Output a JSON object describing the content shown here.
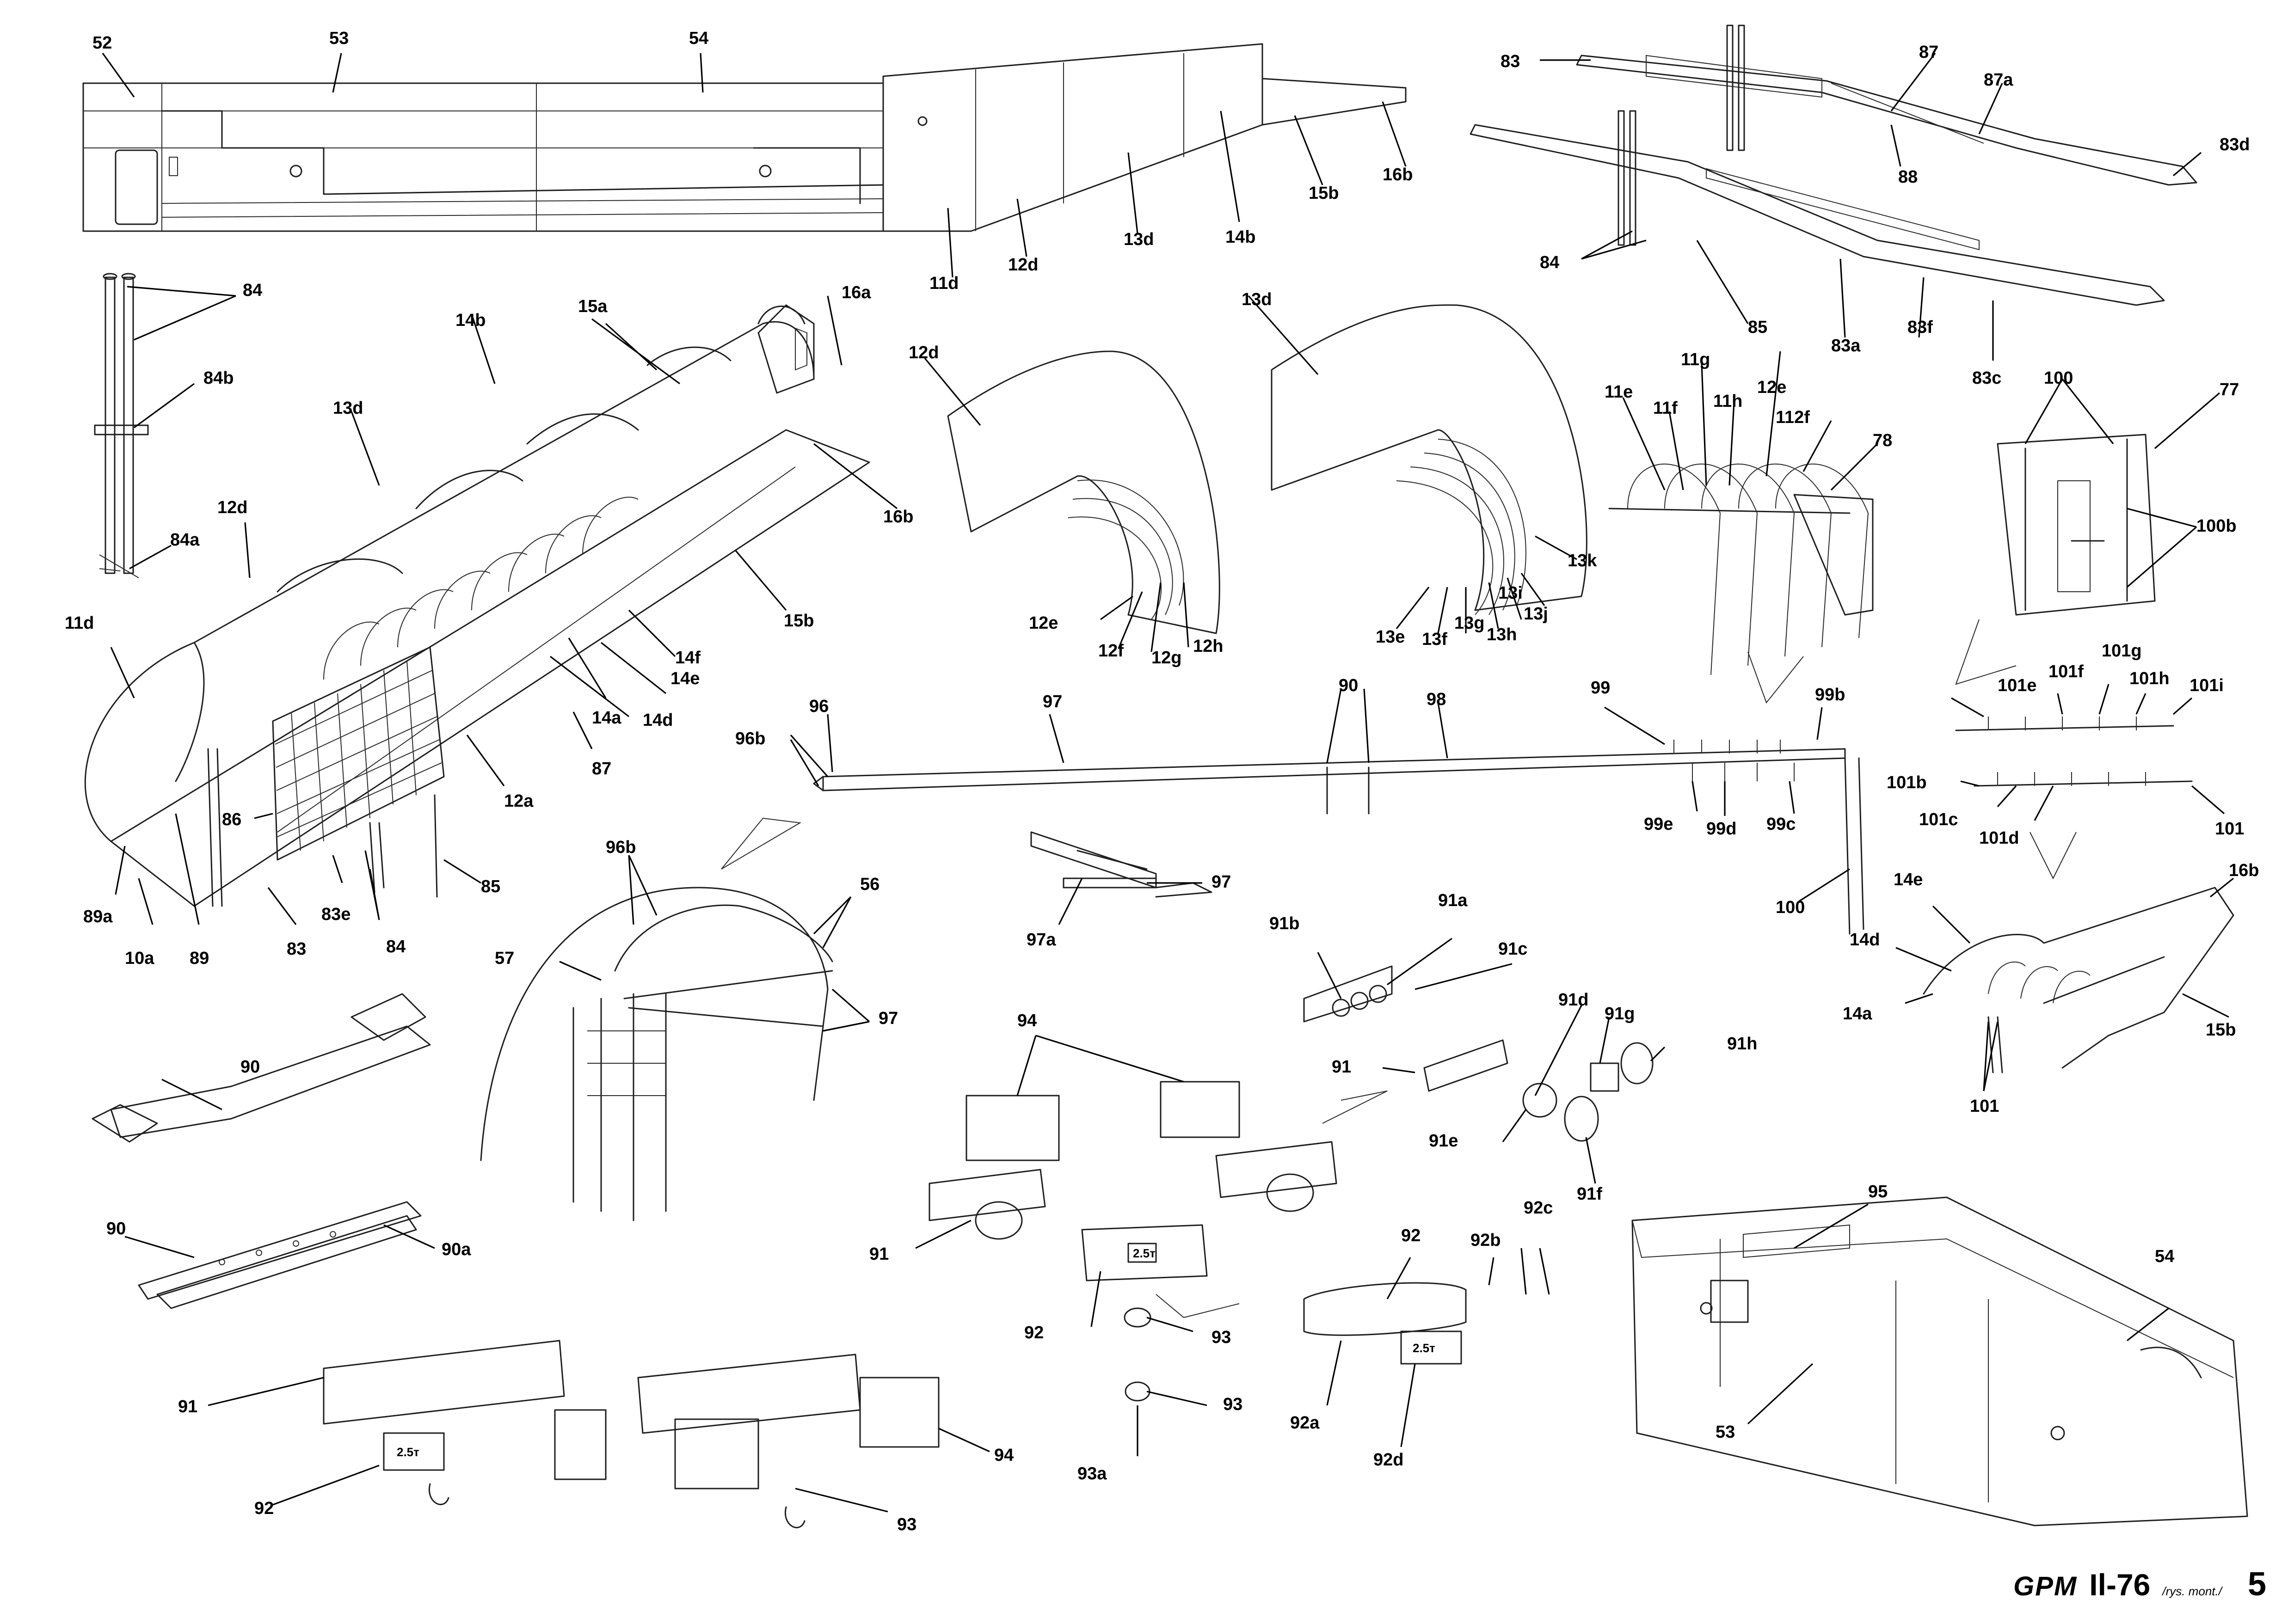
{
  "sheet": {
    "brand": "GPM",
    "model": "Il-76",
    "subtitle": "/rys. mont./",
    "page_number": "5"
  },
  "labels": {
    "l52": "52",
    "l53": "53",
    "l54": "54",
    "l53b": "53",
    "l54b": "54",
    "l11d": "11d",
    "l12d": "12d",
    "l13d": "13d",
    "l14b": "14b",
    "l15b": "15b",
    "l16b": "16b",
    "l11d2": "11d",
    "l12d2": "12d",
    "l13d2": "13d",
    "l14b2": "14b",
    "l15a": "15a",
    "l16a": "16a",
    "l15b2": "15b",
    "l16b2": "16b",
    "l14f": "14f",
    "l14e": "14e",
    "l14d": "14d",
    "l14a": "14a",
    "l87": "87",
    "l12a": "12a",
    "l86": "86",
    "l89a": "89a",
    "l10a": "10a",
    "l89": "89",
    "l83": "83",
    "l83e": "83e",
    "l84s": "84",
    "l85": "85",
    "l84top": "84",
    "l84b": "84b",
    "l84a": "84a",
    "l12dB": "12d",
    "l12e": "12e",
    "l12f": "12f",
    "l12g": "12g",
    "l12h": "12h",
    "l13dB": "13d",
    "l13e": "13e",
    "l13f": "13f",
    "l13g": "13g",
    "l13h": "13h",
    "l13i": "13i",
    "l13j": "13j",
    "l13k": "13k",
    "l83a": "83",
    "l87b": "87",
    "l87a": "87a",
    "l83d": "83d",
    "l88": "88",
    "l84r": "84",
    "l85r": "85",
    "l83ar": "83a",
    "l83f": "83f",
    "l83c": "83c",
    "l11e": "11e",
    "l11f": "11f",
    "l11g": "11g",
    "l11h": "11h",
    "l12eR": "12e",
    "l112f": "112f",
    "l78": "78",
    "l100": "100",
    "l77": "77",
    "l100b": "100b",
    "l96": "96",
    "l96b": "96b",
    "l97": "97",
    "l90": "90",
    "l98": "98",
    "l99": "99",
    "l99b": "99b",
    "l99e": "99e",
    "l99d": "99d",
    "l99c": "99c",
    "l100B": "100",
    "l101e": "101e",
    "l101f": "101f",
    "l101g": "101g",
    "l101h": "101h",
    "l101i": "101i",
    "l101b": "101b",
    "l101c": "101c",
    "l101d": "101d",
    "l101": "101",
    "l14eR": "14e",
    "l16bR": "16b",
    "l14dR": "14d",
    "l14aR": "14a",
    "l15bR": "15b",
    "l101R": "101",
    "l97b": "97",
    "l97a": "97a",
    "l96bL": "96b",
    "l56": "56",
    "l57": "57",
    "l97L": "97",
    "l91b": "91b",
    "l91a": "91a",
    "l91c": "91c",
    "l91": "91",
    "l91d": "91d",
    "l91g": "91g",
    "l91h": "91h",
    "l91e": "91e",
    "l91f": "91f",
    "l94": "94",
    "l91L": "91",
    "l92": "92",
    "l93": "93",
    "l93b": "93",
    "l93a": "93a",
    "l92b": "92b",
    "l92c": "92c",
    "l92r": "92",
    "l92a": "92a",
    "l92d": "92d",
    "l95": "95",
    "l90L": "90",
    "l90b": "90",
    "l90a": "90a",
    "l91B": "91",
    "l92B": "92",
    "l94B": "94",
    "l93B": "93"
  },
  "stencils": {
    "load1": "2.5т",
    "load2": "2.5т",
    "load3": "2.5т"
  }
}
